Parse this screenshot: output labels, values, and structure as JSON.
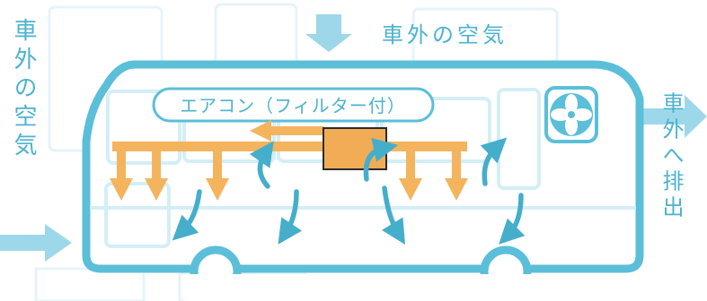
{
  "labels": {
    "top_intake": "車外の空気",
    "left_intake": "車外の空気",
    "right_exhaust": "車外へ排出",
    "ac_unit": "エアコン（フィルター付）"
  },
  "colors": {
    "bus_outline": "#5bbfd9",
    "bus_ghost": "#e6f4f9",
    "air_arrow": "#45aecb",
    "outside_arrow": "#9dd8ea",
    "ac_airflow": "#f4b45e",
    "ac_box": "#f2ac55",
    "ac_box_border": "#2b2b2b",
    "fan": "#5bbfd9",
    "label_text": "#4cb3cf"
  },
  "icons": [
    "down-arrow-icon",
    "right-arrow-icon",
    "fan-icon",
    "ac-unit-box",
    "airflow-arrow-icon"
  ]
}
